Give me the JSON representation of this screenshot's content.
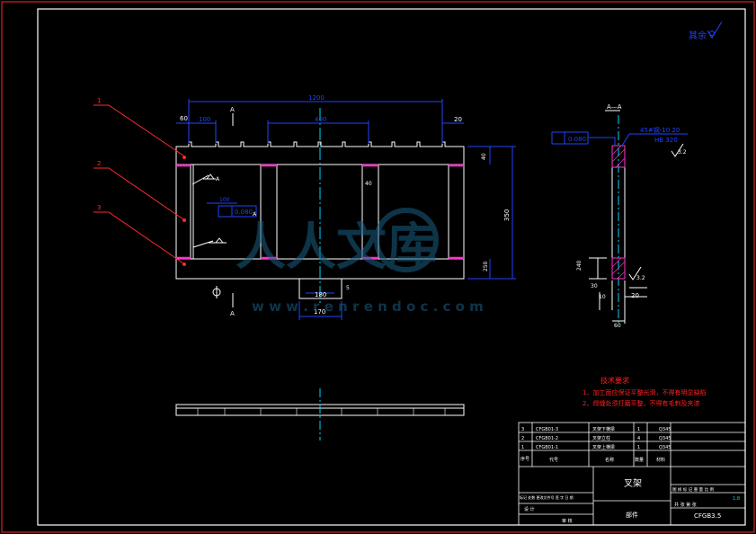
{
  "roughness_note": "其余",
  "callouts": [
    "1",
    "2",
    "3"
  ],
  "front_view": {
    "section_mark_top": "A",
    "section_mark_bottom": "A",
    "dims": {
      "overall_width": "1200",
      "left_offset": "60",
      "left_span": "100",
      "center_span": "400",
      "right_offset": "20",
      "top_height": "40",
      "overall_height": "350",
      "bottom_height": "250",
      "slot_width": "40",
      "foot_width": "180",
      "foot_total": "170",
      "foot_small": "5"
    },
    "tolerance_label": "0.080",
    "datum_letter": "A",
    "datum_label": "A",
    "width_label": "100"
  },
  "section_view": {
    "title": "A—A",
    "flatness": "0.080",
    "note_line1": "45#钢-10 20",
    "note_line2": "HB 320",
    "roughness": "3.2",
    "roughness_bottom": "3.2",
    "dims": {
      "top": "240",
      "a": "30",
      "b": "10",
      "c": "20",
      "d": "60"
    }
  },
  "tech_requirements": {
    "title": "技术要求",
    "items": [
      "1、加工面应保证平整光滑，不得有明显缺陷",
      "2、焊缝处须打磨平整，不得有毛刺及夹渣"
    ]
  },
  "parts_table": {
    "rows": [
      {
        "no": "3",
        "code": "CFGB01-3",
        "name": "叉架下横梁",
        "qty": "1",
        "material": "Q345"
      },
      {
        "no": "2",
        "code": "CFGB01-2",
        "name": "叉架立柱",
        "qty": "4",
        "material": "Q345"
      },
      {
        "no": "1",
        "code": "CFGB01-1",
        "name": "叉架上横梁",
        "qty": "1",
        "material": "Q345"
      }
    ],
    "header": {
      "no": "序号",
      "code": "代号",
      "name": "名称",
      "qty": "数量",
      "material": "材料"
    }
  },
  "title_block": {
    "drawing_name": "叉架",
    "drawing_no": "CFGB3.5",
    "part_label": "部件",
    "scale": "1:8",
    "sheet": "共 张 第 张",
    "left_row1": "标记 处数 更改文件号 签 字 日 期",
    "left_row2": "设 计",
    "left_row3": "审 核",
    "right_header": "图 样 标 记  重 量  比 例"
  },
  "watermark": {
    "brand": "人人文库",
    "url": "w w w . r e n r e n d o c . c o m"
  },
  "colors": {
    "frame": "#ffffff",
    "dim": "#1f44ff",
    "leader": "#ff2a2a",
    "center": "#00d4ff",
    "weld": "#ff33cc",
    "note": "#ff2020",
    "watermark": "#1b5f84"
  }
}
